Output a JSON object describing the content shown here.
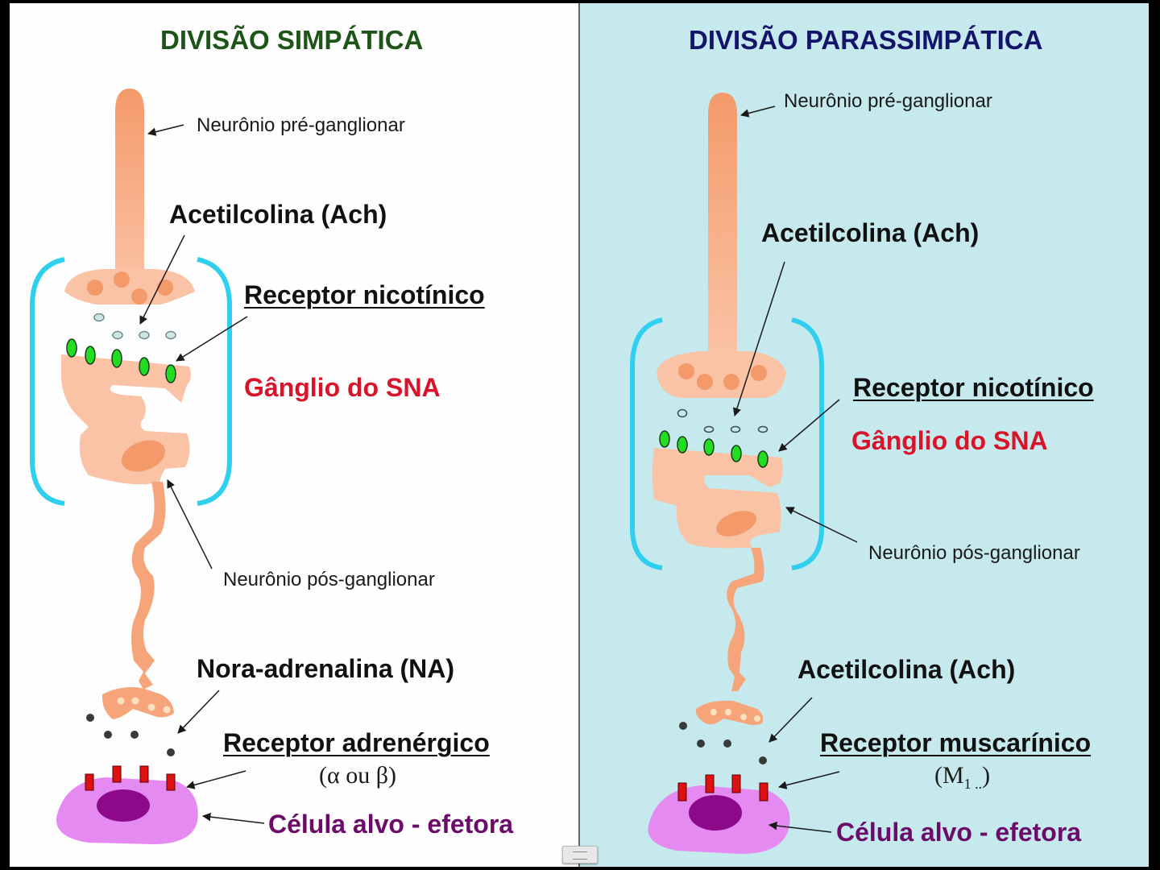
{
  "left": {
    "title": "DIVISÃO SIMPÁTICA",
    "pre_neuron_label": "Neurônio pré-ganglionar",
    "ach_label": "Acetilcolina (Ach)",
    "nicotinic_label": "Receptor nicotínico",
    "ganglion_label": "Gânglio do SNA",
    "post_neuron_label": "Neurônio pós-ganglionar",
    "neurotransmitter_label": "Nora-adrenalina (NA)",
    "receptor_label": "Receptor adrenérgico",
    "receptor_subtype": "(α ou β)",
    "target_label": "Célula alvo - efetora",
    "background": "#fefefe",
    "title_color": "#1d5418"
  },
  "right": {
    "title": "DIVISÃO PARASSIMPÁTICA",
    "pre_neuron_label": "Neurônio pré-ganglionar",
    "ach_label": "Acetilcolina (Ach)",
    "nicotinic_label": "Receptor nicotínico",
    "ganglion_label": "Gânglio do SNA",
    "post_neuron_label": "Neurônio pós-ganglionar",
    "neurotransmitter_label": "Acetilcolina (Ach)",
    "receptor_label": "Receptor muscarínico",
    "receptor_subtype_main": "(M",
    "receptor_subtype_sub": "1 ..",
    "receptor_subtype_close": ")",
    "target_label": "Célula alvo - efetora",
    "background": "#c5e9ec",
    "title_color": "#15146b"
  },
  "colors": {
    "neuron": "#f9b48e",
    "neuron_dark": "#f49a6a",
    "vesicle": "#f08a55",
    "bracket": "#2fd0ef",
    "receptor_nicotinic": "#22dd22",
    "receptor_target": "#dd1111",
    "target_cell": "#e48af0",
    "nucleus": "#8c0a8a",
    "ganglion_text": "#d8142b",
    "target_text": "#6c0b6a"
  }
}
